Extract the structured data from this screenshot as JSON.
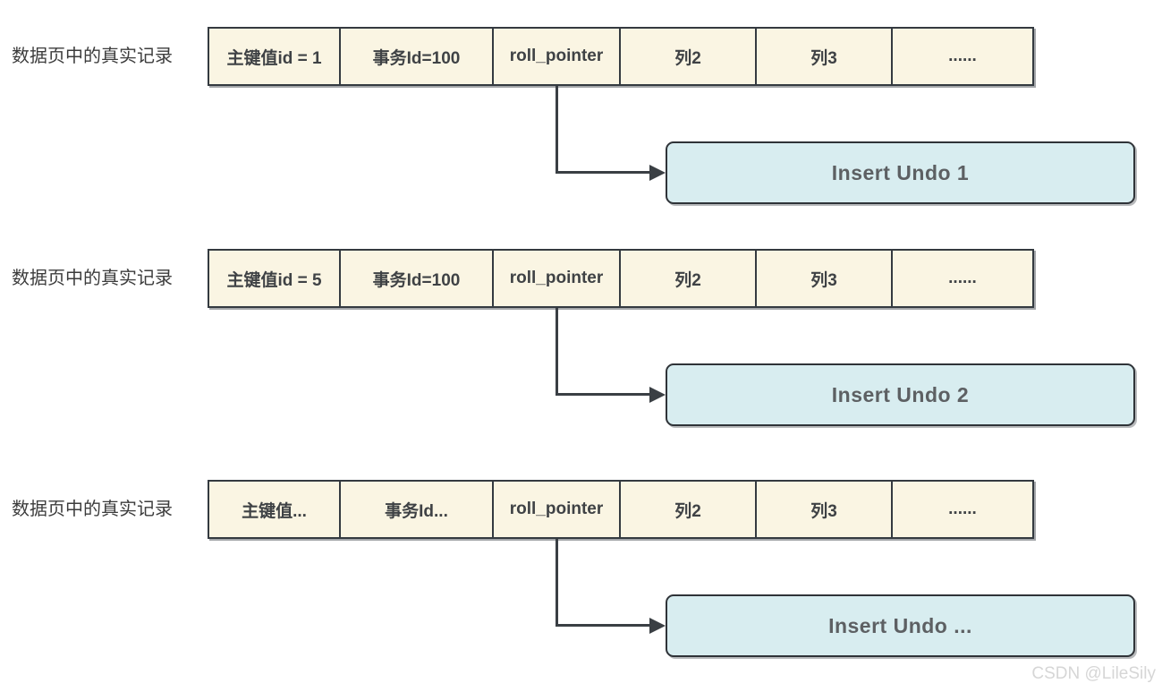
{
  "colors": {
    "cell_fill": "#FAF5E3",
    "cell_border": "#343A40",
    "cell_text": "#3F4245",
    "undo_fill": "#D8EDF0",
    "undo_border": "#2F3338",
    "undo_text": "#5D6063",
    "line": "#3A3F44",
    "label_text": "#3C3C3C",
    "watermark_text": "#D6D6D6"
  },
  "rows": [
    {
      "label": "数据页中的真实记录",
      "cells": [
        "主键值id = 1",
        "事务Id=100",
        "roll_pointer",
        "列2",
        "列3",
        "......"
      ],
      "undo_label": "Insert Undo 1"
    },
    {
      "label": "数据页中的真实记录",
      "cells": [
        "主键值id = 5",
        "事务Id=100",
        "roll_pointer",
        "列2",
        "列3",
        "......"
      ],
      "undo_label": "Insert Undo 2"
    },
    {
      "label": "数据页中的真实记录",
      "cells": [
        "主键值...",
        "事务Id...",
        "roll_pointer",
        "列2",
        "列3",
        "......"
      ],
      "undo_label": "Insert Undo ..."
    }
  ],
  "watermark": "CSDN @LileSily"
}
